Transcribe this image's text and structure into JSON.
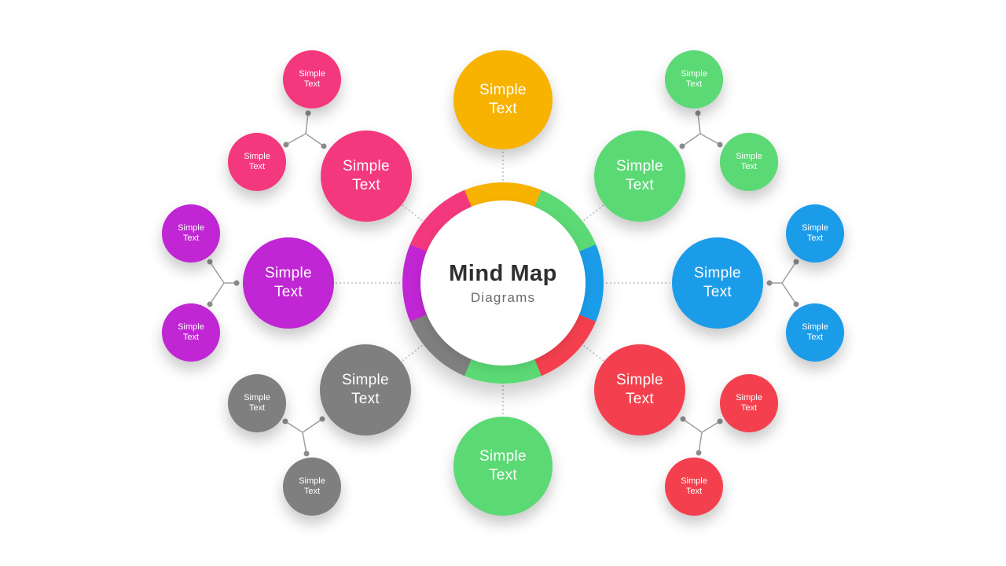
{
  "center": {
    "title": "Mind Map",
    "subtitle": "Diagrams",
    "ring_segments": [
      "#F8B200",
      "#5BD974",
      "#1B9CE9",
      "#F4404E",
      "#5BD974",
      "#7F7F7F",
      "#C026D3",
      "#F4387E"
    ]
  },
  "branches": [
    {
      "name": "top",
      "label": "Simple Text",
      "color": "#F8B200",
      "children": []
    },
    {
      "name": "top-left",
      "label": "Simple Text",
      "color": "#F4387E",
      "children": [
        {
          "label": "Simple Text"
        },
        {
          "label": "Simple Text"
        }
      ]
    },
    {
      "name": "left",
      "label": "Simple Text",
      "color": "#C026D3",
      "children": [
        {
          "label": "Simple Text"
        },
        {
          "label": "Simple Text"
        }
      ]
    },
    {
      "name": "bottom-left",
      "label": "Simple Text",
      "color": "#7F7F7F",
      "children": [
        {
          "label": "Simple Text"
        },
        {
          "label": "Simple Text"
        }
      ]
    },
    {
      "name": "bottom",
      "label": "Simple Text",
      "color": "#5BD974",
      "children": []
    },
    {
      "name": "bottom-right",
      "label": "Simple Text",
      "color": "#F4404E",
      "children": [
        {
          "label": "Simple Text"
        },
        {
          "label": "Simple Text"
        }
      ]
    },
    {
      "name": "right",
      "label": "Simple Text",
      "color": "#1B9CE9",
      "children": [
        {
          "label": "Simple Text"
        },
        {
          "label": "Simple Text"
        }
      ]
    },
    {
      "name": "top-right",
      "label": "Simple Text",
      "color": "#5BD974",
      "children": [
        {
          "label": "Simple Text"
        },
        {
          "label": "Simple Text"
        }
      ]
    }
  ]
}
